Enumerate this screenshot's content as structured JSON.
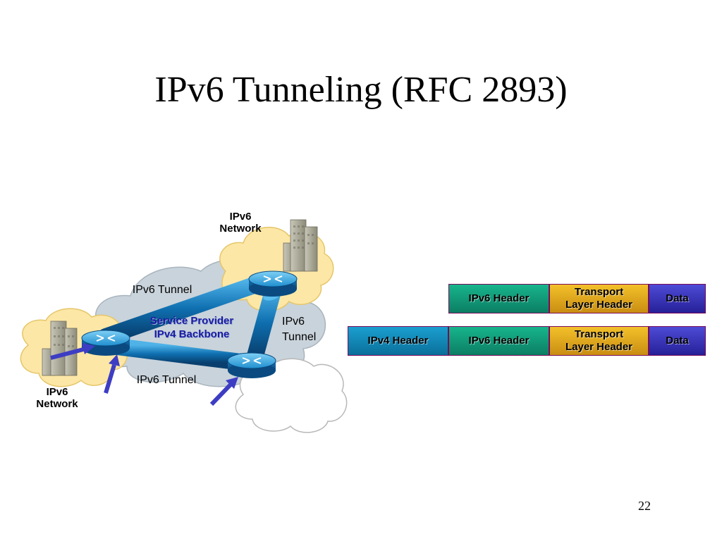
{
  "slide": {
    "title": "IPv6 Tunneling (RFC 2893)",
    "page_number": "22"
  },
  "diagram": {
    "network_top_label_1": "IPv6",
    "network_top_label_2": "Network",
    "network_left_label_1": "IPv6",
    "network_left_label_2": "Network",
    "backbone_label_1": "Service Provider",
    "backbone_label_2": "IPv4 Backbone",
    "tunnel_label_top": "IPv6 Tunnel",
    "tunnel_label_right_1": "IPv6",
    "tunnel_label_right_2": "Tunnel",
    "tunnel_label_bottom": "IPv6 Tunnel"
  },
  "packets": {
    "row1": [
      {
        "label": "IPv6 Header"
      },
      {
        "label_1": "Transport",
        "label_2": "Layer Header"
      },
      {
        "label": "Data"
      }
    ],
    "row2": [
      {
        "label": "IPv4 Header"
      },
      {
        "label": "IPv6 Header"
      },
      {
        "label_1": "Transport",
        "label_2": "Layer Header"
      },
      {
        "label": "Data"
      }
    ]
  },
  "colors": {
    "ipv4_header": "#0f84b5",
    "ipv6_header": "#109a78",
    "transport_header": "#e0a81e",
    "data": "#3a36b8",
    "arrow": "#3d3dc4",
    "cloud_ipv6": "#fde7a6",
    "cloud_backbone": "#c9d3db"
  }
}
